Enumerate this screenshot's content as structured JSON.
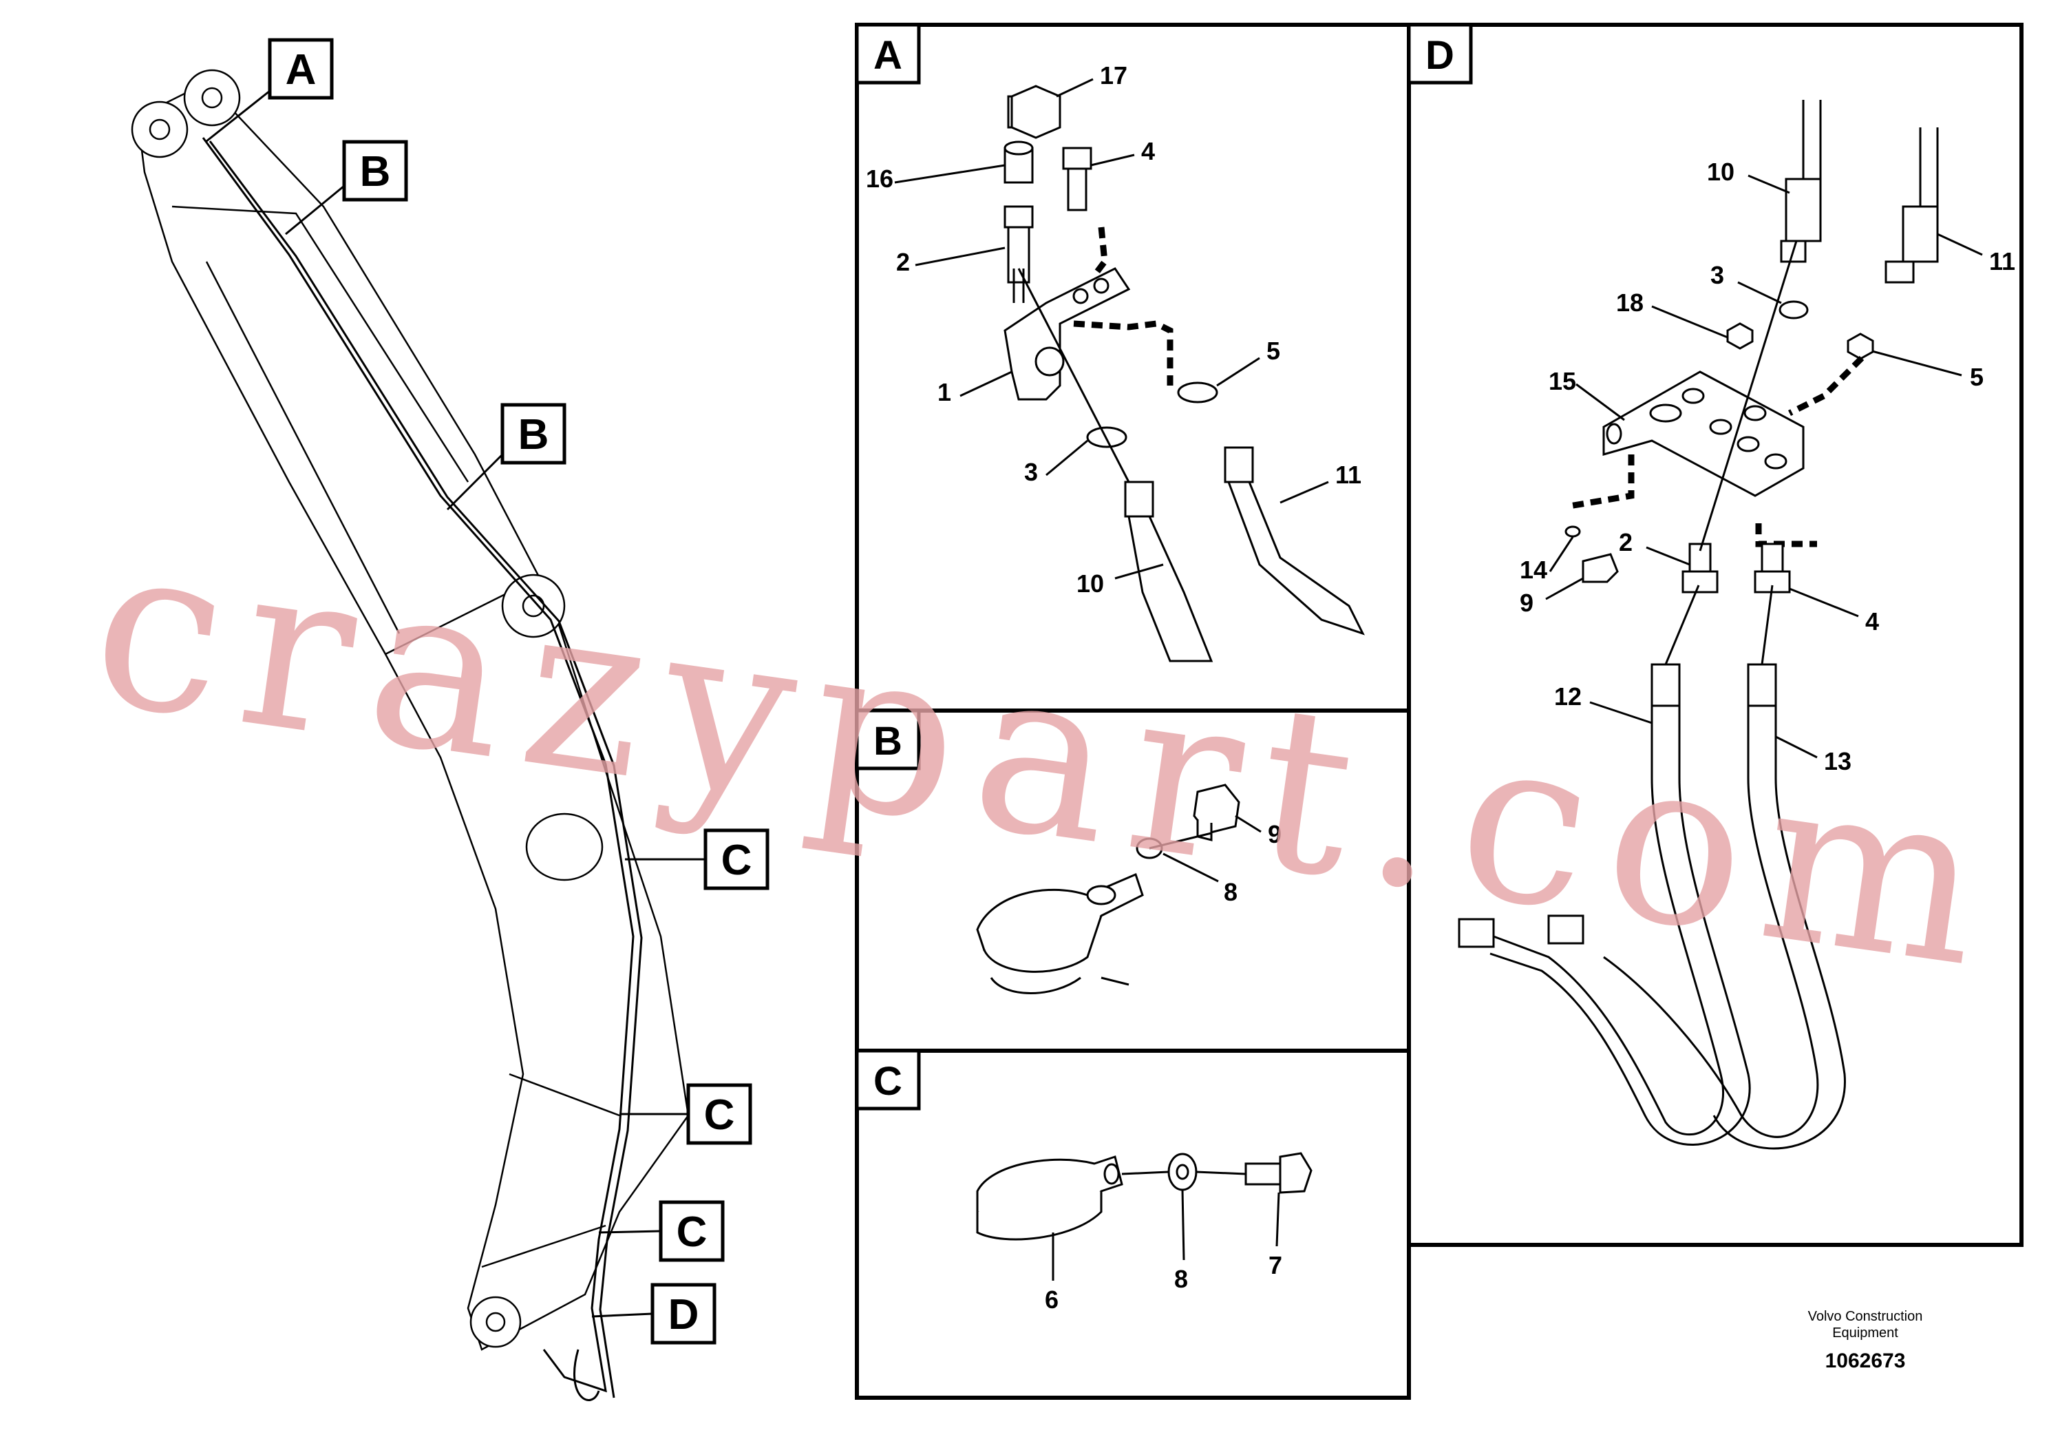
{
  "callouts_main": [
    {
      "label": "A"
    },
    {
      "label": "B"
    },
    {
      "label": "B"
    },
    {
      "label": "C"
    },
    {
      "label": "C"
    },
    {
      "label": "C"
    },
    {
      "label": "D"
    }
  ],
  "panels": {
    "A": {
      "label": "A",
      "parts": [
        "17",
        "4",
        "16",
        "2",
        "5",
        "1",
        "3",
        "11",
        "10"
      ]
    },
    "B": {
      "label": "B",
      "parts": [
        "9",
        "8"
      ]
    },
    "C": {
      "label": "C",
      "parts": [
        "6",
        "8",
        "7"
      ]
    },
    "D": {
      "label": "D",
      "parts": [
        "10",
        "11",
        "3",
        "18",
        "5",
        "15",
        "2",
        "4",
        "14",
        "9",
        "12",
        "13"
      ]
    }
  },
  "footer": {
    "maker_line1": "Volvo Construction",
    "maker_line2": "Equipment",
    "drawing_number": "1062673"
  },
  "watermark": "crazypart.com",
  "colors": {
    "line": "#000000",
    "watermark": "#e6a3a6"
  }
}
